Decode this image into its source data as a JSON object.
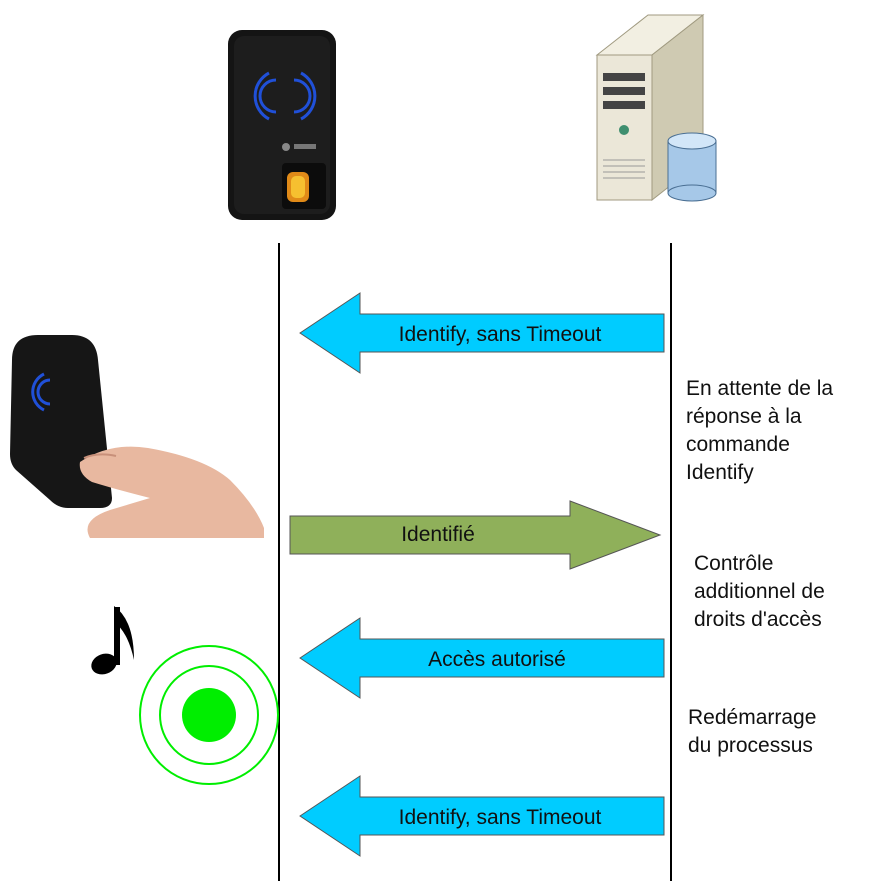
{
  "colors": {
    "request_arrow": "#00ccff",
    "response_arrow": "#8fb05a",
    "led": "#00ee00",
    "lifeline": "#000000"
  },
  "icons": {
    "reader": "fingerprint-reader-icon",
    "server": "server-database-icon",
    "finger_on_reader": "finger-on-reader-icon",
    "beep": "music-note-icon",
    "led": "green-led-icon"
  },
  "messages": [
    {
      "label": "Identify, sans Timeout",
      "direction": "server-to-reader"
    },
    {
      "label": "Identifié",
      "direction": "reader-to-server"
    },
    {
      "label": "Accès autorisé",
      "direction": "server-to-reader"
    },
    {
      "label": "Identify, sans Timeout",
      "direction": "server-to-reader"
    }
  ],
  "notes": [
    {
      "lines": [
        "En attente de la",
        "réponse à la",
        "commande",
        "Identify"
      ]
    },
    {
      "lines": [
        "Contrôle",
        "additionnel de",
        "droits d'accès"
      ]
    },
    {
      "lines": [
        "Redémarrage",
        "du processus"
      ]
    }
  ]
}
